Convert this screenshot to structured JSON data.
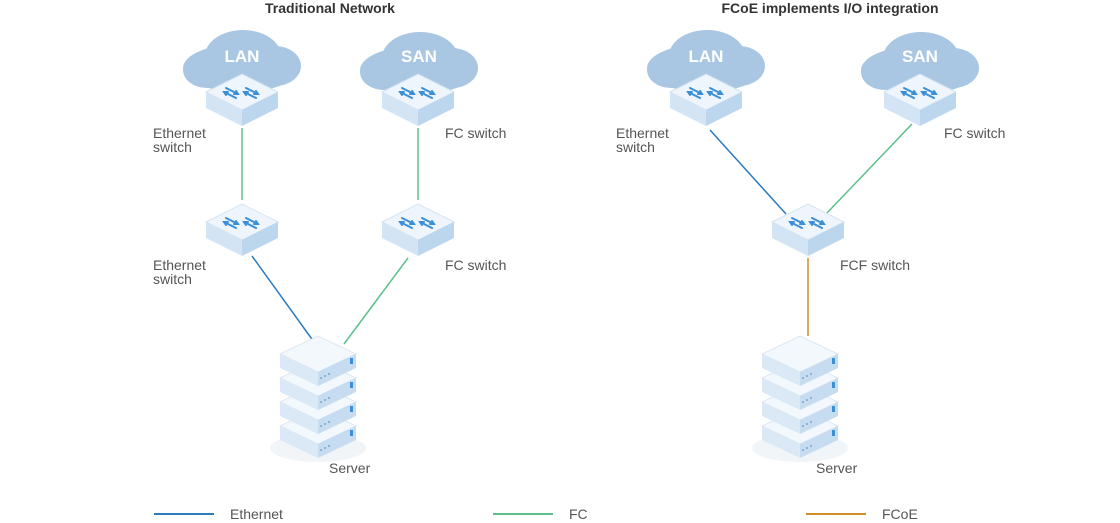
{
  "titles": {
    "traditional": "Traditional Network",
    "fcoe": "FCoE implements I/O integration"
  },
  "clouds": {
    "lan": "LAN",
    "san": "SAN"
  },
  "labels": {
    "ethernet_switch_l1": "Ethernet",
    "ethernet_switch_l2": "switch",
    "fc_switch": "FC switch",
    "fcf_switch": "FCF switch",
    "server": "Server"
  },
  "legend": [
    {
      "label": "Ethernet",
      "color": "#2b7bbf"
    },
    {
      "label": "FC",
      "color": "#5cc08a"
    },
    {
      "label": "FCoE",
      "color": "#d08f2a"
    }
  ],
  "colors": {
    "cloud": "#a9c7e3",
    "switch_top": "#eef5fc",
    "switch_side": "#c9dff2",
    "arrow": "#3b8fd9",
    "server_top": "#f3f8fd",
    "server_front": "#dbe9f6",
    "server_led": "#3b8fd9"
  }
}
